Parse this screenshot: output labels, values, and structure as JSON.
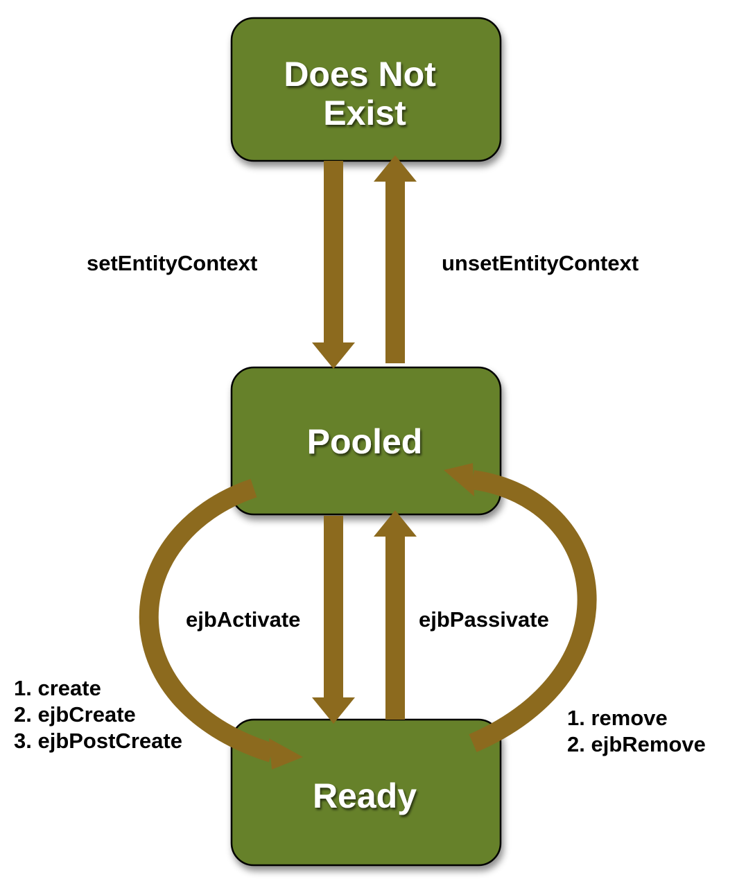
{
  "states": {
    "does_not_exist": {
      "lines": [
        "Does Not",
        "Exist"
      ]
    },
    "pooled": {
      "lines": [
        "Pooled"
      ]
    },
    "ready": {
      "lines": [
        "Ready"
      ]
    }
  },
  "transitions": {
    "set_entity_context": {
      "from": "Does Not Exist",
      "to": "Pooled",
      "lines": [
        "setEntityContext"
      ]
    },
    "unset_entity_context": {
      "from": "Pooled",
      "to": "Does Not Exist",
      "lines": [
        "unsetEntityContext"
      ]
    },
    "ejb_activate": {
      "from": "Pooled",
      "to": "Ready",
      "lines": [
        "ejbActivate"
      ]
    },
    "ejb_passivate": {
      "from": "Ready",
      "to": "Pooled",
      "lines": [
        "ejbPassivate"
      ]
    },
    "create": {
      "from": "Pooled",
      "to": "Ready",
      "lines": [
        "1. create",
        "2. ejbCreate",
        "3. ejbPostCreate"
      ]
    },
    "remove": {
      "from": "Ready",
      "to": "Pooled",
      "lines": [
        "1. remove",
        "2. ejbRemove"
      ]
    }
  },
  "colors": {
    "state_fill": "#668129",
    "state_border": "#000000",
    "arrow": "#8c6a1e",
    "state_text": "#ffffff",
    "label_text": "#000000"
  }
}
